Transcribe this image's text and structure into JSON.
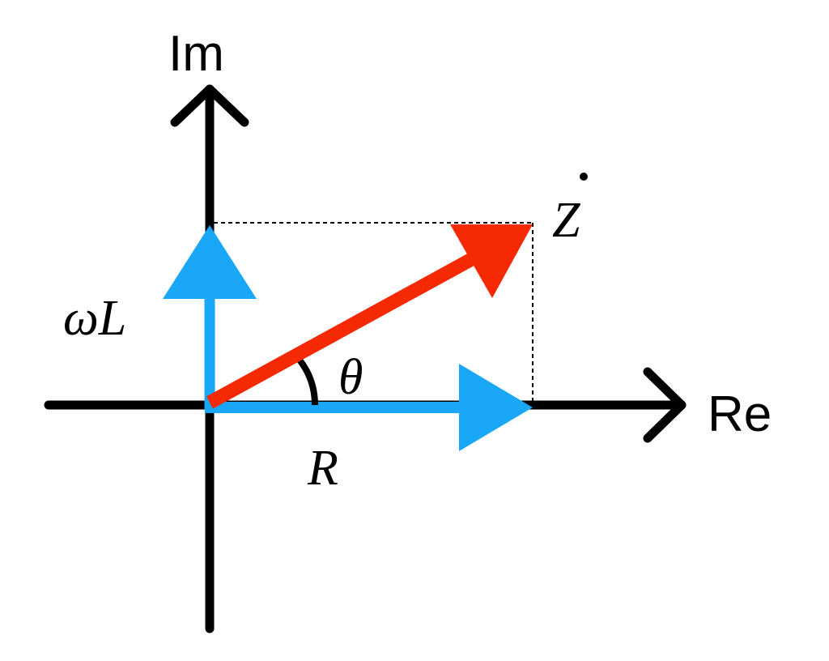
{
  "axes": {
    "imaginary_label": "Im",
    "real_label": "Re"
  },
  "vectors": {
    "resistance_label": "R",
    "reactance_label": "ωL",
    "impedance_label": "Z",
    "angle_label": "θ"
  },
  "colors": {
    "axis": "#000000",
    "component_vectors": "#1aa7f7",
    "impedance_vector": "#f52a05",
    "projection_lines": "#000000"
  }
}
